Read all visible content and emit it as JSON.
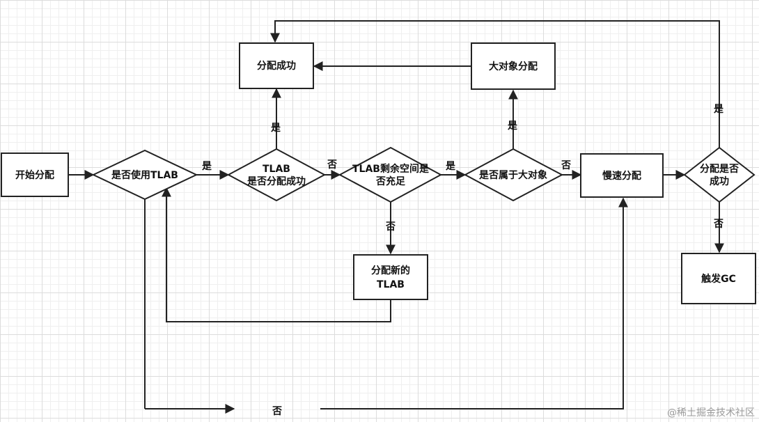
{
  "nodes": {
    "start": "开始分配",
    "use_tlab": "是否使用TLAB",
    "tlab_success": [
      "TLAB",
      "是否分配成功"
    ],
    "tlab_space": [
      "TLAB剩余空间是",
      "否充足"
    ],
    "is_large": "是否属于大对象",
    "slow_alloc": "慢速分配",
    "alloc_ok": [
      "分配是否",
      "成功"
    ],
    "success": "分配成功",
    "large_alloc": "大对象分配",
    "new_tlab": [
      "分配新的",
      "TLAB"
    ],
    "trigger_gc": "触发GC"
  },
  "edges": {
    "yes": "是",
    "no": "否"
  },
  "watermark": "@稀土掘金技术社区"
}
